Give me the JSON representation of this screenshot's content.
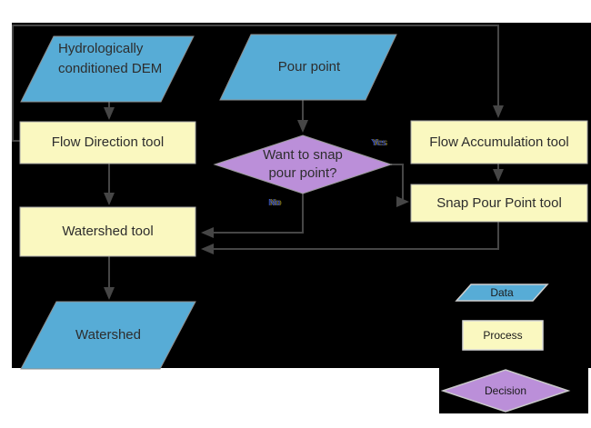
{
  "nodes": {
    "dem": {
      "label": "Hydrologically conditioned DEM",
      "type": "data"
    },
    "pour_point": {
      "label": "Pour point",
      "type": "data"
    },
    "flow_direction": {
      "label": "Flow Direction tool",
      "type": "process"
    },
    "flow_accumulation": {
      "label": "Flow Accumulation tool",
      "type": "process"
    },
    "decision": {
      "label": "Want to snap pour point?",
      "type": "decision"
    },
    "snap_pour_point": {
      "label": "Snap Pour Point tool",
      "type": "process"
    },
    "watershed_tool": {
      "label": "Watershed tool",
      "type": "process"
    },
    "watershed": {
      "label": "Watershed",
      "type": "data"
    }
  },
  "edges": {
    "yes_label": "Yes",
    "no_label": "No",
    "connections": [
      {
        "from": "Hydrologically conditioned DEM",
        "to": "Flow Direction tool"
      },
      {
        "from": "Flow Direction tool",
        "to": "Flow Accumulation tool"
      },
      {
        "from": "Flow Direction tool",
        "to": "Watershed tool"
      },
      {
        "from": "Pour point",
        "to": "Want to snap pour point?"
      },
      {
        "from": "Want to snap pour point?",
        "to": "Snap Pour Point tool",
        "label": "Yes"
      },
      {
        "from": "Want to snap pour point?",
        "to": "Watershed tool",
        "label": "No"
      },
      {
        "from": "Flow Accumulation tool",
        "to": "Snap Pour Point tool"
      },
      {
        "from": "Snap Pour Point tool",
        "to": "Watershed tool"
      },
      {
        "from": "Watershed tool",
        "to": "Watershed"
      }
    ]
  },
  "legend": {
    "data_label": "Data",
    "process_label": "Process",
    "decision_label": "Decision"
  },
  "colors": {
    "data_fill": "#57ACD6",
    "process_fill": "#FAF8C0",
    "decision_fill": "#BB8FD9",
    "bg": "#000000",
    "connector": "#464646",
    "node_text": "#2D2D2D"
  }
}
